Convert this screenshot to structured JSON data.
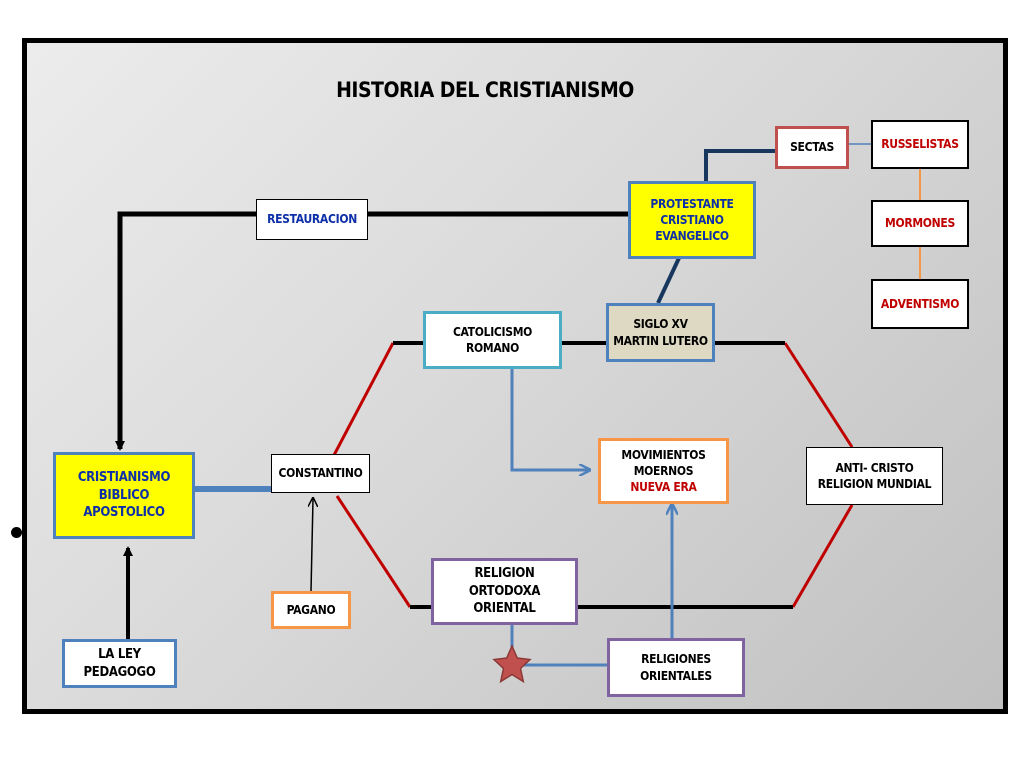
{
  "title": "HISTORIA DEL CRISTIANISMO",
  "colors": {
    "background_frame": "#000000",
    "red_line": "#c00000",
    "blue_line": "#4f81bd",
    "navy_line": "#17375e",
    "orange_line": "#f79646",
    "yellow_fill": "#ffff00",
    "star": "#c0504d"
  },
  "nodes": {
    "sectas": "SECTAS",
    "russelistas": "RUSSELISTAS",
    "mormones": "MORMONES",
    "adventismo": "ADVENTISMO",
    "protestante": [
      "PROTESTANTE",
      "CRISTIANO",
      "EVANGELICO"
    ],
    "restauracion": "RESTAURACION",
    "siglo_xv": [
      "SIGLO XV",
      "MARTIN LUTERO"
    ],
    "catolicismo": [
      "CATOLICISMO",
      "ROMANO"
    ],
    "movimientos": [
      "MOVIMIENTOS",
      "MOERNOS",
      "NUEVA ERA"
    ],
    "anticristo": [
      "ANTI- CRISTO",
      "RELIGION MUNDIAL"
    ],
    "cristianismo": [
      "CRISTIANISMO",
      "BIBLICO",
      "APOSTOLICO"
    ],
    "constantino": "CONSTANTINO",
    "pagano": "PAGANO",
    "ortodoxa": [
      "RELIGION",
      "ORTODOXA ORIENTAL"
    ],
    "ley": [
      "LA LEY",
      "PEDAGOGO"
    ],
    "orientales": [
      "RELIGIONES",
      "ORIENTALES"
    ]
  },
  "icons": [
    "star-icon",
    "bullet-dot-icon"
  ]
}
